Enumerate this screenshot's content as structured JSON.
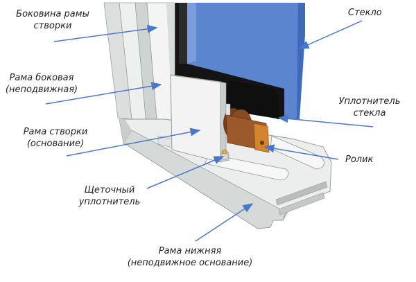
{
  "labels": {
    "sash_side": [
      "Боковина рамы",
      "створки"
    ],
    "frame_side": [
      "Рама боковая",
      "(неподвижная)"
    ],
    "sash_base": [
      "Рама створки",
      "(основание)"
    ],
    "brush_seal": [
      "Щеточный",
      "уплотнитель"
    ],
    "bottom_frame": [
      "Рама нижняя",
      "(неподвижное основание)"
    ],
    "glass": "Стекло",
    "glass_seal": [
      "Уплотнитель",
      "стекла"
    ],
    "roller": "Ролик"
  },
  "colors": {
    "glass": "#5b86cf",
    "arrow": "#4a78c8",
    "frame_light": "#f2f3f2",
    "frame_shadow": "#c9cdcc",
    "roller_wood": "#8a4a22",
    "roller_housing": "#d2842e"
  }
}
